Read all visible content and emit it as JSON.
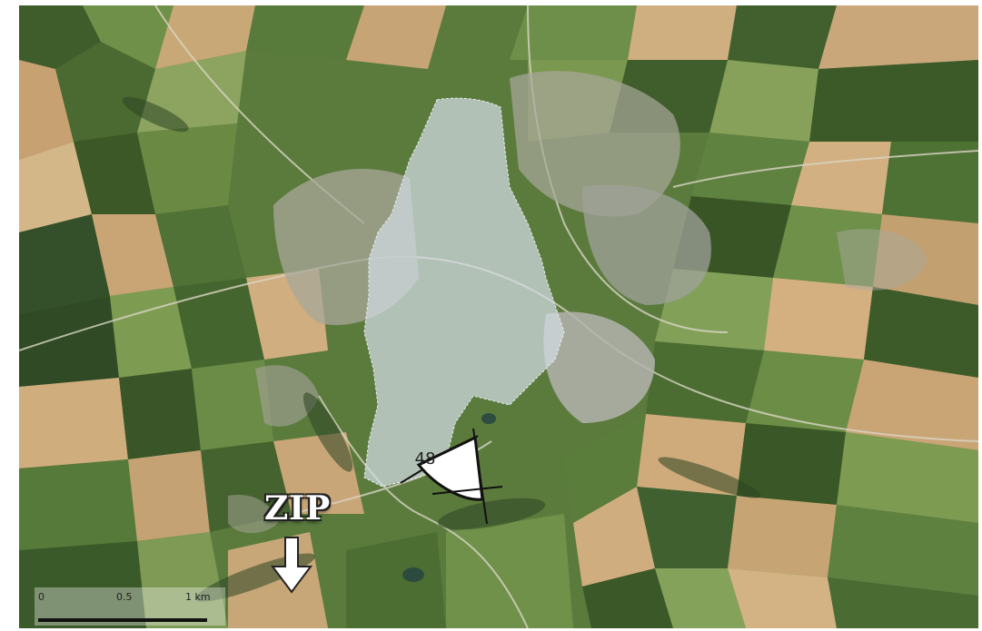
{
  "map": {
    "type": "aerial-photo",
    "colors": {
      "field_dark": "#3e5a2a",
      "field_mid": "#5d8040",
      "field_light": "#8aa65c",
      "field_tan": "#c8a676",
      "field_beige": "#d8c7a2",
      "urban": "#b9b8b0",
      "urban_overlay": "#cfd7dc"
    }
  },
  "labels": {
    "zip": "ZIP",
    "marker_number": "48"
  },
  "scale_bar": {
    "ticks": [
      "0",
      "0.5",
      "1 km"
    ]
  },
  "icons": {
    "zip_arrow": "down-arrow-icon",
    "marker": "triangle-marker-icon"
  }
}
